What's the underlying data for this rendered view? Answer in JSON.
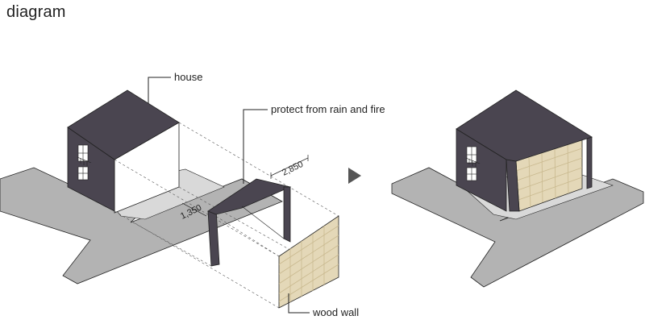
{
  "title": "diagram",
  "labels": {
    "house": "house",
    "canopy": "protect from rain and fire",
    "wall": "wood wall"
  },
  "dimensions": {
    "width": "2,850",
    "depth": "1,350"
  },
  "colors": {
    "roof": "#4a4550",
    "road": "#b3b3b3",
    "ground": "#d9d9d9",
    "wood": "#e4d8b8",
    "wood_line": "#c9b98f",
    "outline": "#222222"
  },
  "icons": {
    "arrow": "triangle-right-arrow-icon"
  }
}
